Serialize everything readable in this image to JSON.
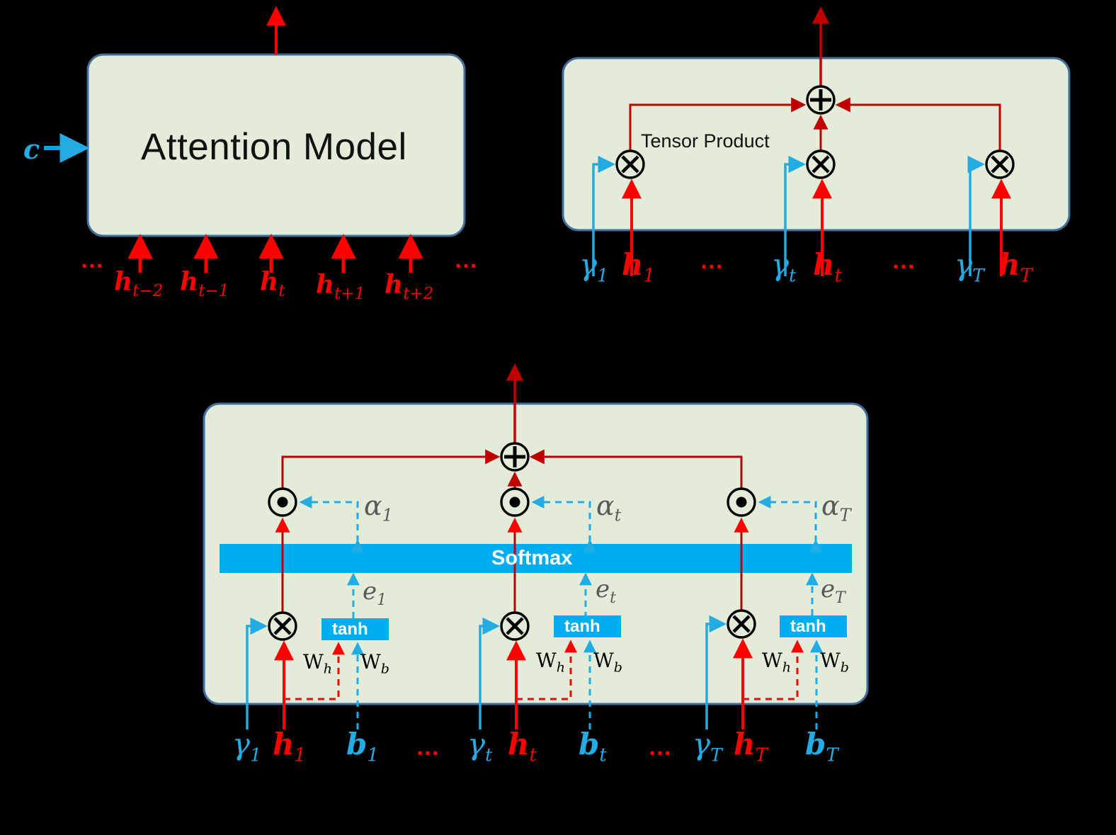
{
  "diagram": {
    "title": "Attention model block diagrams",
    "colors": {
      "panel_fill": "#e3ecd9",
      "panel_border": "#3f6f9a",
      "red": "#FF0000",
      "dark_red": "#C00000",
      "cyan": "#22ACE3",
      "softmax_blue": "#00AEEF",
      "grey_text": "#595959",
      "background": "#000000"
    }
  },
  "panel_a": {
    "name": "attention-model-panel",
    "title": "Attention Model",
    "context_label": "c",
    "left_ellipsis": "…",
    "right_ellipsis": "…",
    "inputs": [
      {
        "base": "h",
        "sub": "t−2"
      },
      {
        "base": "h",
        "sub": "t−1"
      },
      {
        "base": "h",
        "sub": "t"
      },
      {
        "base": "h",
        "sub": "t+1"
      },
      {
        "base": "h",
        "sub": "t+2"
      }
    ]
  },
  "panel_b": {
    "name": "tensor-product-panel",
    "annotation": "Tensor Product",
    "sum_symbol": "⊕",
    "product_symbol": "⊗",
    "ellipsis": "…",
    "columns": [
      {
        "gamma_base": "γ",
        "gamma_sub": "1",
        "h_base": "h",
        "h_sub": "1"
      },
      {
        "gamma_base": "γ",
        "gamma_sub": "t",
        "h_base": "h",
        "h_sub": "t"
      },
      {
        "gamma_base": "γ",
        "gamma_sub": "T",
        "h_base": "h",
        "h_sub": "T"
      }
    ]
  },
  "panel_c": {
    "name": "attention-detail-panel",
    "softmax_label": "Softmax",
    "tanh_label": "tanh",
    "sum_symbol": "⊕",
    "product_symbol": "⊗",
    "hadamard_symbol": "⊙",
    "ellipsis": "…",
    "weight_h_base": "W",
    "weight_h_sub": "h",
    "weight_b_base": "W",
    "weight_b_sub": "b",
    "columns": [
      {
        "gamma_base": "γ",
        "gamma_sub": "1",
        "h_base": "h",
        "h_sub": "1",
        "b_base": "b",
        "b_sub": "1",
        "alpha_base": "α",
        "alpha_sub": "1",
        "e_base": "e",
        "e_sub": "1"
      },
      {
        "gamma_base": "γ",
        "gamma_sub": "t",
        "h_base": "h",
        "h_sub": "t",
        "b_base": "b",
        "b_sub": "t",
        "alpha_base": "α",
        "alpha_sub": "t",
        "e_base": "e",
        "e_sub": "t"
      },
      {
        "gamma_base": "γ",
        "gamma_sub": "T",
        "h_base": "h",
        "h_sub": "T",
        "b_base": "b",
        "b_sub": "T",
        "alpha_base": "α",
        "alpha_sub": "T",
        "e_base": "e",
        "e_sub": "T"
      }
    ]
  }
}
